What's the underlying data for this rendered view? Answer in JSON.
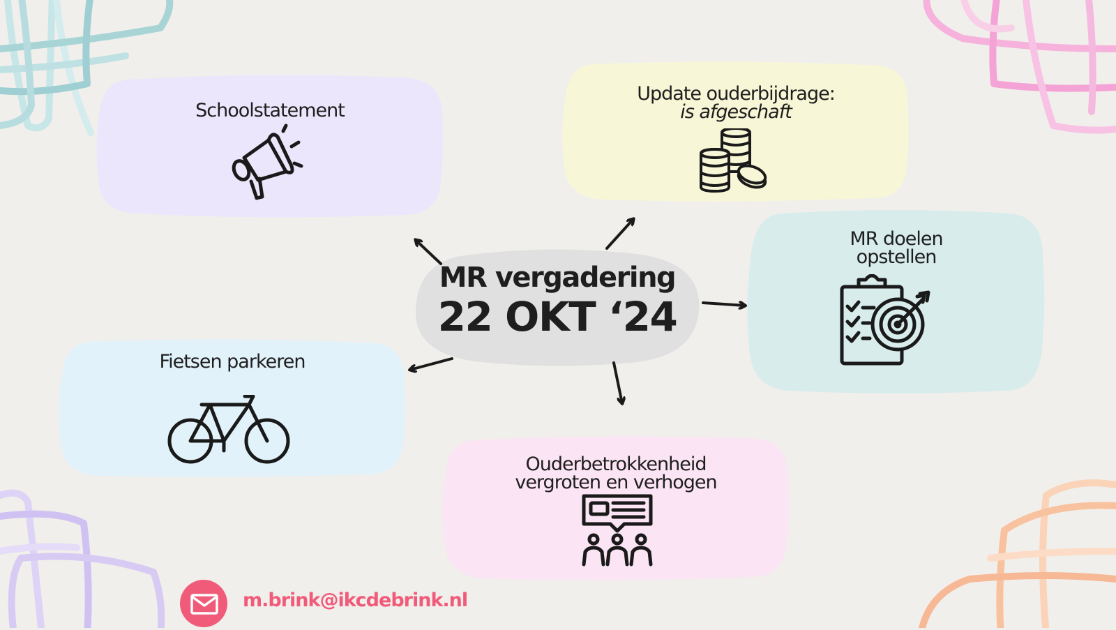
{
  "center": {
    "line1": "MR vergadering",
    "line2": "22 OKT ‘24"
  },
  "cards": {
    "school": {
      "title": "Schoolstatement",
      "color": "#ebe6fb",
      "icon": "megaphone-icon"
    },
    "ouderbijdrage": {
      "title": "Update ouderbijdrage:",
      "subtitle": "is afgeschaft",
      "color": "#f7f6d6",
      "icon": "coins-icon"
    },
    "doelen": {
      "title_line1": "MR doelen",
      "title_line2": "opstellen",
      "color": "#d8ecec",
      "icon": "clipboard-target-icon"
    },
    "fietsen": {
      "title": "Fietsen parkeren",
      "color": "#e2f2fb",
      "icon": "bicycle-icon"
    },
    "ouderbetrokkenheid": {
      "title_line1": "Ouderbetrokkenheid",
      "title_line2": "vergroten en verhogen",
      "color": "#fbe4f3",
      "icon": "presentation-audience-icon"
    }
  },
  "contact": {
    "email": "m.brink@ikcdebrink.nl",
    "icon": "mail-icon",
    "accent": "#f15b7a"
  }
}
